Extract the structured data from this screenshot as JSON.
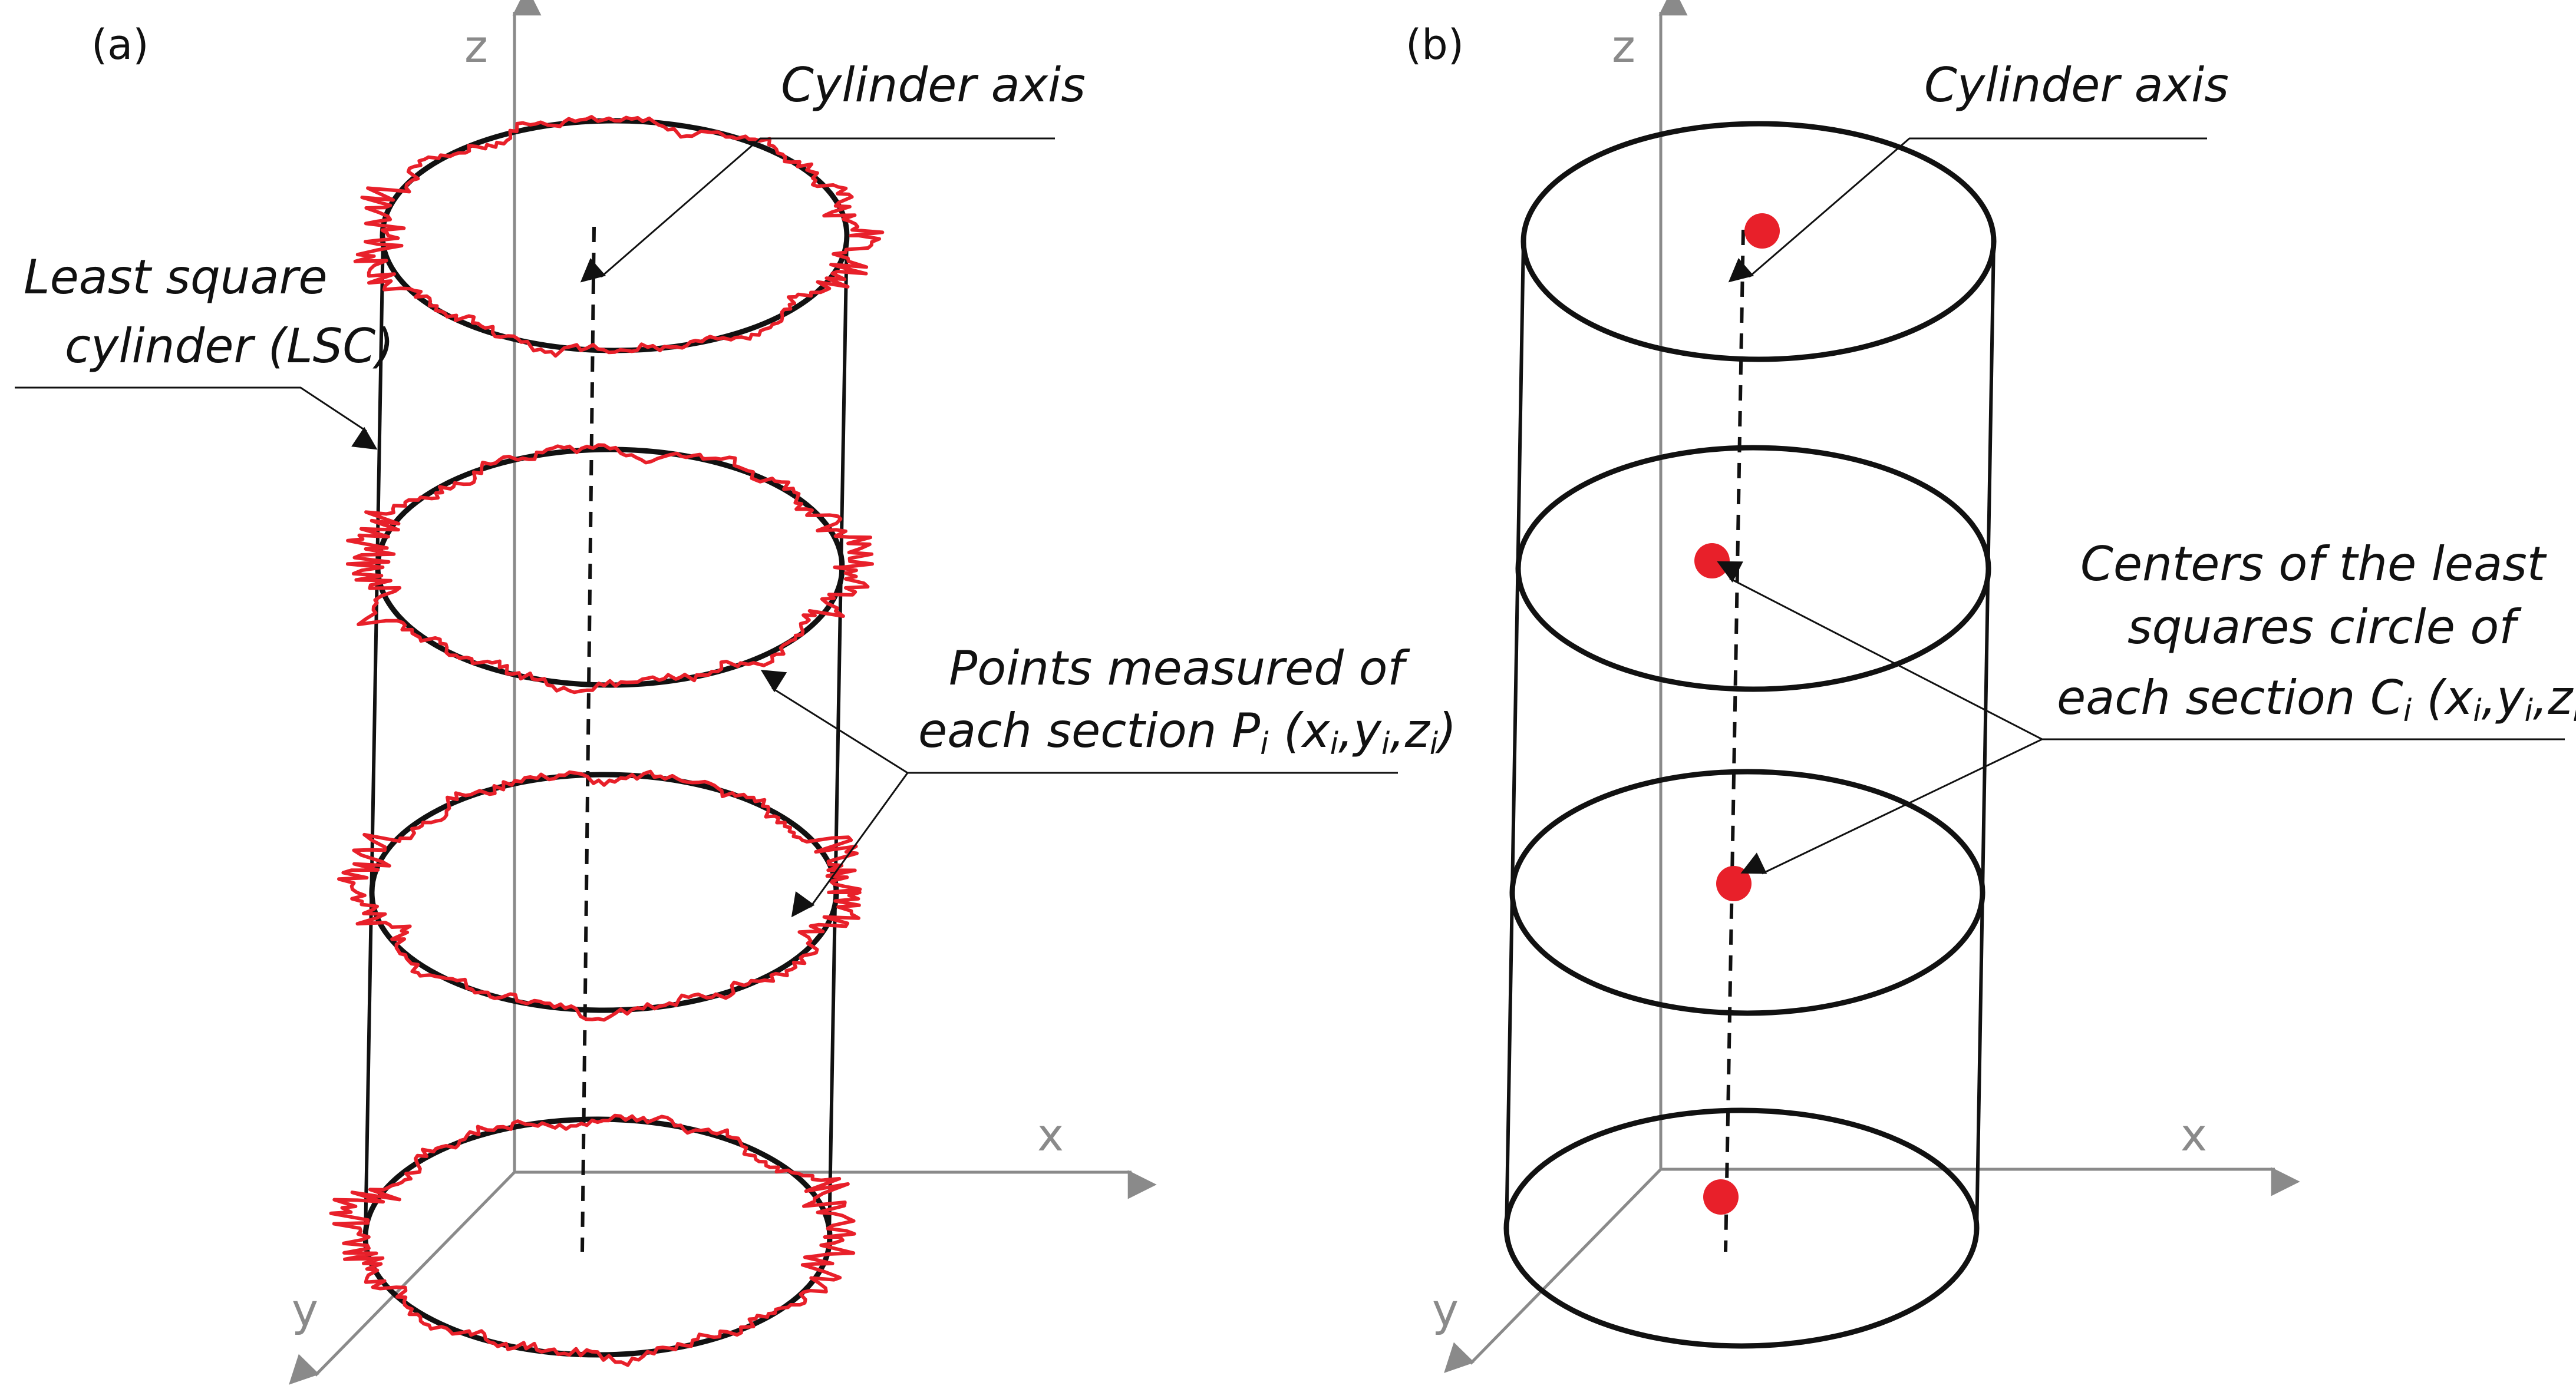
{
  "panels": {
    "a": {
      "label": "(a)",
      "axes": {
        "z": "z",
        "x": "x",
        "y": "y"
      },
      "cylinder_axis": "Cylinder axis",
      "lsc_line1": "Least square",
      "lsc_line2": "cylinder (LSC)",
      "points_line1": "Points measured of",
      "points_line2_text": "each section P",
      "points_line2_tail": {
        "open": " (x",
        "c1": ",y",
        "c2": ",z",
        "close": ")",
        "sub": "i"
      }
    },
    "b": {
      "label": "(b)",
      "axes": {
        "z": "z",
        "x": "x",
        "y": "y"
      },
      "cylinder_axis": "Cylinder axis",
      "centers_line1": "Centers of the least",
      "centers_line2": "squares circle of",
      "centers_line3_text": "each section C",
      "centers_line3_tail": {
        "open": " (x",
        "c1": ",y",
        "c2": ",z",
        "close": ")",
        "sub": "i"
      }
    }
  },
  "colors": {
    "outline": "#111111",
    "axes": "#8a8a8a",
    "profile": "#e8202a",
    "center_dot": "#e8202a"
  }
}
